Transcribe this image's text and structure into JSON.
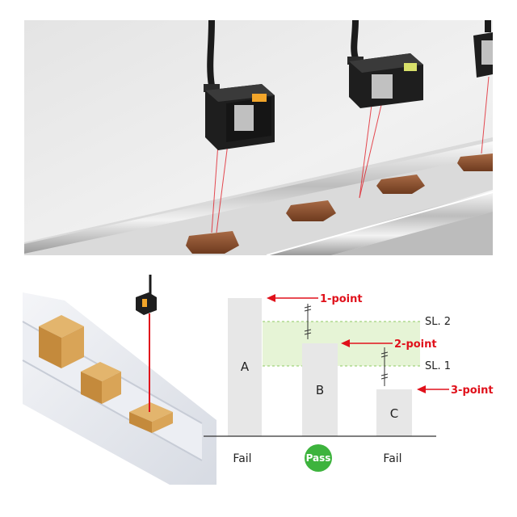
{
  "diagram": {
    "bars": [
      {
        "label": "A",
        "result": "Fail",
        "pass": false
      },
      {
        "label": "B",
        "result": "Pass",
        "pass": true
      },
      {
        "label": "C",
        "result": "Fail",
        "pass": false
      }
    ],
    "levels": [
      {
        "label": "SL. 2"
      },
      {
        "label": "SL. 1"
      }
    ],
    "points": [
      {
        "label": "1-point"
      },
      {
        "label": "2-point"
      },
      {
        "label": "3-point"
      }
    ]
  },
  "colors": {
    "accent": "#e0111b",
    "pass": "#3db33d",
    "band": "#e6f4d6",
    "bar": "#e7e7e7"
  },
  "icons": [
    "laser-sensor-icon",
    "cardboard-box-icon",
    "arrow-left-icon"
  ]
}
